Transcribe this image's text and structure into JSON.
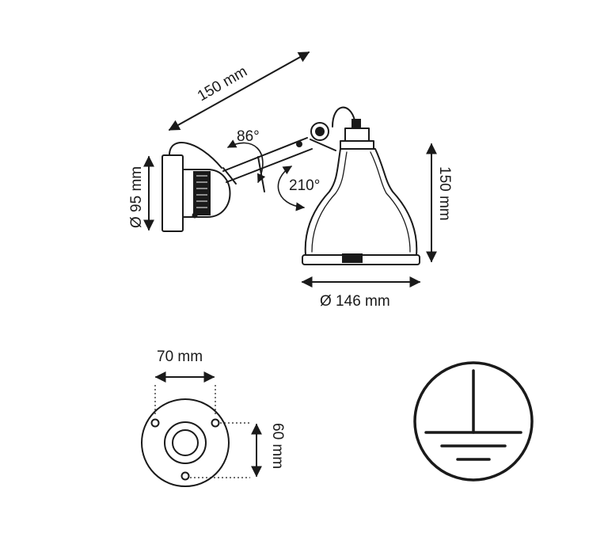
{
  "dimensions": {
    "arm_length": "150 mm",
    "arm_angle": "86°",
    "shade_angle": "210°",
    "backplate_diameter": "Ø 95 mm",
    "shade_height": "150 mm",
    "shade_diameter": "Ø 146 mm",
    "base_width": "70 mm",
    "base_height": "60 mm"
  },
  "colors": {
    "ink": "#1a1a1a",
    "background": "#ffffff"
  },
  "icons": [
    "lamp-side-view",
    "wall-mount-base-view",
    "protective-earth-icon"
  ]
}
